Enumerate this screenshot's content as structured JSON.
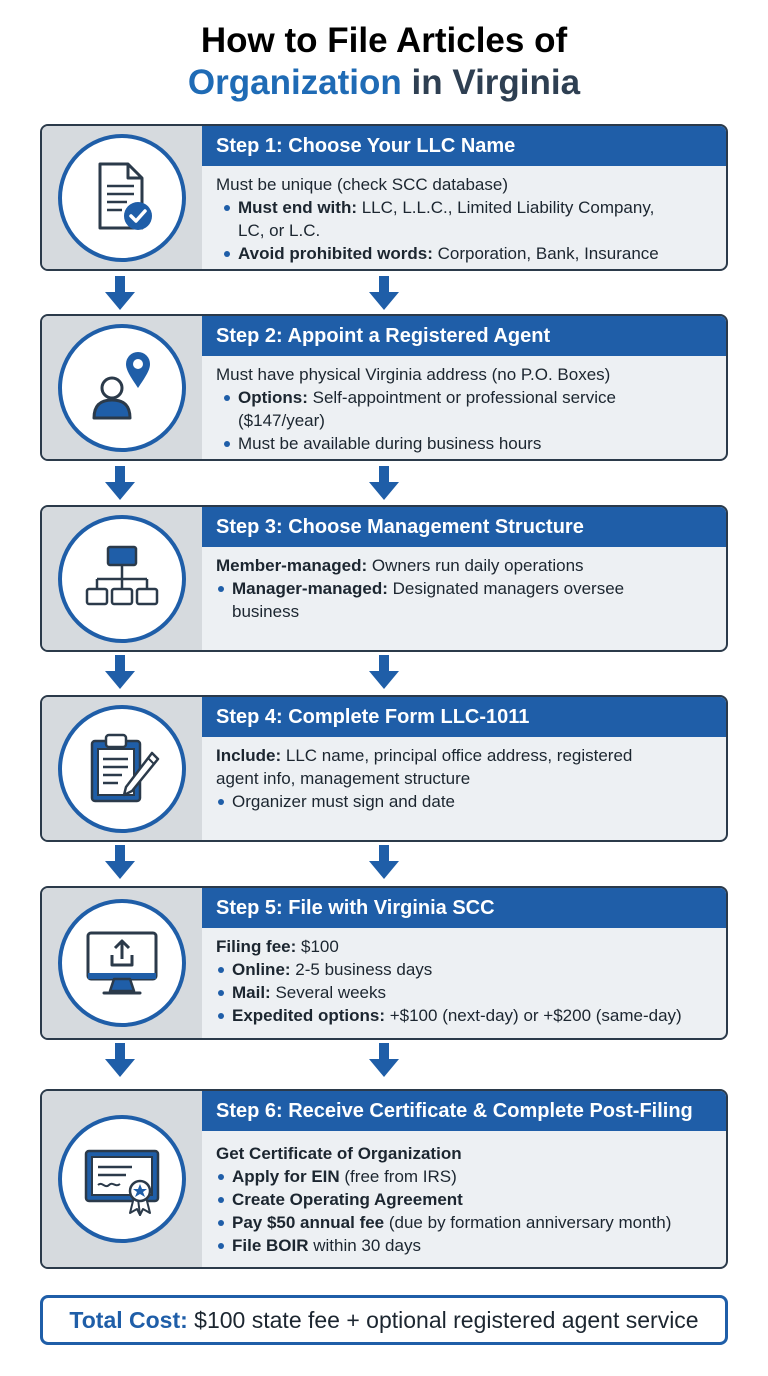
{
  "title": {
    "line1": "How to File Articles of",
    "line2_blue": "Organization",
    "line2_dark": "in Virginia"
  },
  "colors": {
    "primary": "#1f5ea8",
    "title_blue": "#1f6bb5",
    "title_dark": "#2e3f52",
    "panel": "#edf0f3"
  },
  "steps": [
    {
      "icon": "document-check-icon",
      "header": "Step 1: Choose Your LLC Name",
      "line1": "Must be unique (check SCC database)",
      "b1_bold": "Must end with:",
      "b1_text": " LLC, L.L.C., Limited Liability Company,",
      "b1_cont": "LC, or L.C.",
      "b2_bold": "Avoid prohibited words:",
      "b2_text": " Corporation, Bank, Insurance"
    },
    {
      "icon": "person-location-icon",
      "header": "Step 2: Appoint a Registered Agent",
      "line1": "Must have physical Virginia address (no P.O. Boxes)",
      "b1_bold": "Options:",
      "b1_text": " Self-appointment or professional service",
      "b1_cont": "($147/year)",
      "b2_text": "Must be available during business hours"
    },
    {
      "icon": "org-chart-icon",
      "header": "Step 3: Choose Management Structure",
      "line1_bold": "Member-managed:",
      "line1_text": " Owners run daily operations",
      "b1_bold": "Manager-managed:",
      "b1_text": " Designated managers oversee",
      "b1_cont": "business"
    },
    {
      "icon": "clipboard-pen-icon",
      "header": "Step 4: Complete Form LLC-1011",
      "line1_bold": "Include:",
      "line1_text": " LLC name, principal office address, registered",
      "line1_cont": "agent info, management structure",
      "b1_text": "Organizer must sign and date"
    },
    {
      "icon": "monitor-upload-icon",
      "header": "Step 5: File with Virginia SCC",
      "line1_bold": "Filing fee:",
      "line1_text": " $100",
      "b1_bold": "Online:",
      "b1_text": " 2-5 business days",
      "b2_bold": "Mail:",
      "b2_text": " Several weeks",
      "b3_bold": "Expedited options:",
      "b3_text": " +$100 (next-day) or +$200 (same-day)"
    },
    {
      "icon": "certificate-icon",
      "header": "Step 6: Receive Certificate & Complete Post-Filing",
      "line1_bold": "Get Certificate of Organization",
      "b1_bold": "Apply for EIN",
      "b1_text": " (free from IRS)",
      "b2_bold": "Create Operating Agreement",
      "b3_bold": "Pay $50 annual fee",
      "b3_text": " (due by formation anniversary month)",
      "b4_bold": "File BOIR",
      "b4_text": " within 30 days"
    }
  ],
  "total": {
    "label": "Total Cost:",
    "text": " $100 state fee + optional registered agent service"
  }
}
